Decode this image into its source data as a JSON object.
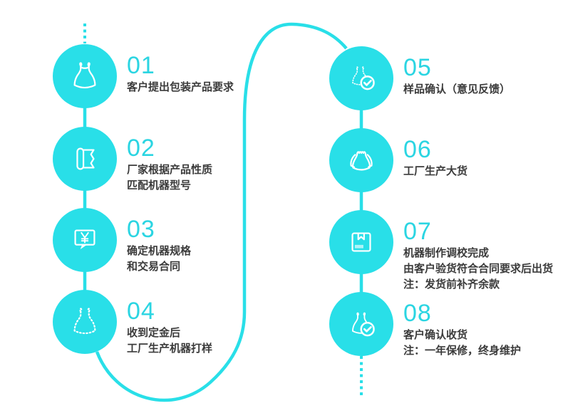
{
  "palette": {
    "cyan": "#29DFE8",
    "number": "#2BD5E2",
    "text": "#3B3B3B",
    "white": "#FFFFFF"
  },
  "diagram": {
    "type": "process-flow",
    "columns": 2,
    "connector_style": "cyan solid lines between circles, dotted line at start and end, large S-curve linking step 04 to step 05"
  },
  "steps": [
    {
      "number": "01",
      "icon": "dress-outline-icon",
      "lines": [
        "客户提出包装产品要求"
      ]
    },
    {
      "number": "02",
      "icon": "fabric-roll-icon",
      "lines": [
        "厂家根据产品性质",
        "匹配机器型号"
      ]
    },
    {
      "number": "03",
      "icon": "price-chat-icon",
      "lines": [
        "确定机器规格",
        "和交易合同"
      ]
    },
    {
      "number": "04",
      "icon": "dress-dotted-icon",
      "lines": [
        "收到定金后",
        "工厂生产机器打样"
      ]
    },
    {
      "number": "05",
      "icon": "sample-check-icon",
      "lines": [
        "样品确认（意见反馈）"
      ]
    },
    {
      "number": "06",
      "icon": "bulk-dresses-icon",
      "lines": [
        "工厂生产大货"
      ]
    },
    {
      "number": "07",
      "icon": "package-box-icon",
      "lines": [
        "机器制作调校完成",
        "由客户验货符合合同要求后出货",
        "注：发货前补齐余款"
      ]
    },
    {
      "number": "08",
      "icon": "delivery-check-icon",
      "lines": [
        "客户确认收货",
        "注：一年保修，终身维护"
      ]
    }
  ]
}
